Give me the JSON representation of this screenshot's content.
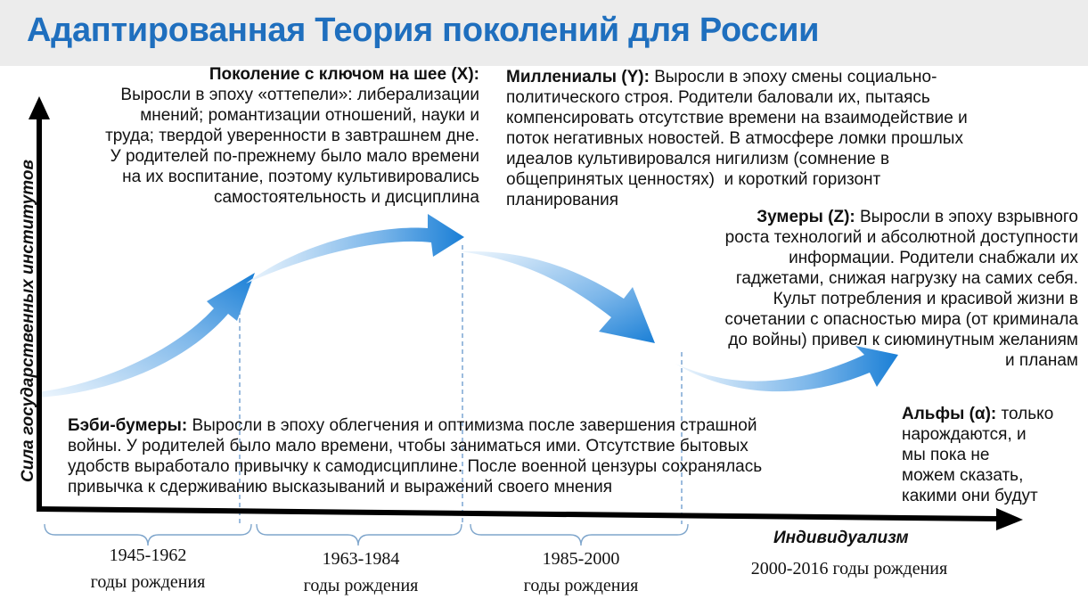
{
  "title": "Адаптированная Теория поколений для России",
  "axes": {
    "y_label": "Сила государственных институтов",
    "x_label": "Индивидуализм"
  },
  "generations": {
    "x": {
      "heading": "Поколение с ключом на шее (X):",
      "lines": [
        "Выросли в эпоху «оттепели»: либерализации",
        "мнений; романтизации отношений, науки и",
        "труда; твердой уверенности в завтрашнем дне.",
        "У родителей по-прежнему было мало времени",
        "на их воспитание, поэтому культивировались",
        "самостоятельность и дисциплина"
      ]
    },
    "y": {
      "heading": "Миллениалы (Y):",
      "lines": [
        " Выросли в эпоху смены социально-",
        "политического строя. Родители баловали их, пытаясь",
        "компенсировать отсутствие времени на взаимодействие и",
        "поток негативных новостей. В атмосфере ломки прошлых",
        "идеалов культивировался нигилизм (сомнение в",
        "общепринятых ценностях)  и короткий горизонт",
        "планирования"
      ]
    },
    "z": {
      "heading": "Зумеры (Z):",
      "lines": [
        " Выросли в эпоху взрывного",
        "роста технологий и абсолютной доступности",
        "информации. Родители снабжали их",
        "гаджетами, снижая нагрузку на самих себя.",
        "Культ потребления и красивой жизни в",
        "сочетании с опасностью мира (от криминала",
        "до войны) привел к сиюминутным желаниям",
        "и планам"
      ]
    },
    "boomers": {
      "heading": "Бэби-бумеры:",
      "lines": [
        " Выросли в эпоху облегчения и оптимизма после завершения страшной",
        "войны. У родителей было мало времени, чтобы заниматься ими. Отсутствие бытовых",
        "удобств выработало привычку к самодисциплине. После военной цензуры сохранялась",
        "привычка к сдерживанию высказываний и выражений своего мнения"
      ]
    },
    "alpha": {
      "heading": "Альфы (α):",
      "lines": [
        " только",
        "нарождаются, и",
        "мы пока не",
        "можем сказать,",
        "какими они будут"
      ]
    }
  },
  "periods": [
    {
      "years": "1945-1962",
      "caption": "годы рождения"
    },
    {
      "years": "1963-1984",
      "caption": "годы рождения"
    },
    {
      "years": "1985-2000",
      "caption": "годы рождения"
    },
    {
      "years": "2000-2016 годы рождения",
      "caption": ""
    }
  ],
  "colors": {
    "title": "#1f6fbe",
    "arrow_light": "#d6e9fa",
    "arrow_dark": "#1a7fd6",
    "axis": "#000000",
    "brace": "#7fa6cc",
    "dashed": "#5b8fc7"
  }
}
